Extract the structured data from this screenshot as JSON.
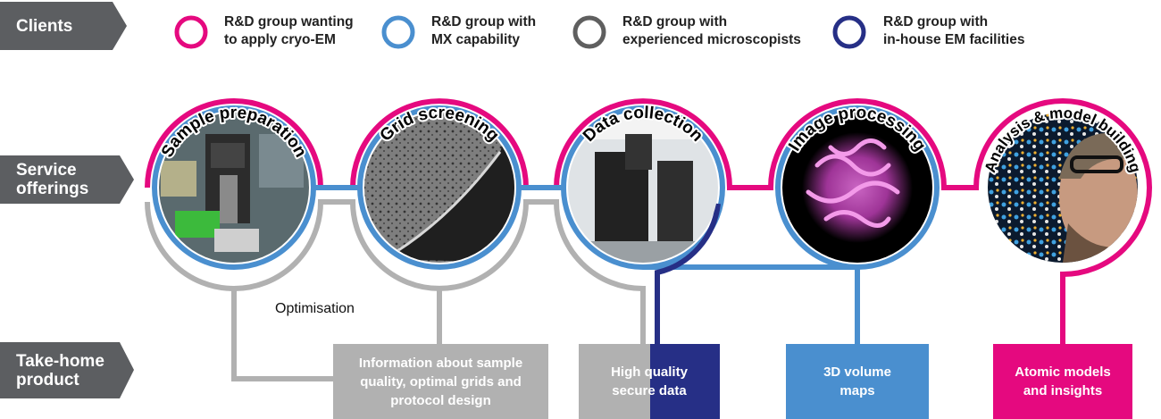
{
  "rows": {
    "clients": "Clients",
    "services": [
      "Service",
      "offerings"
    ],
    "product": [
      "Take-home",
      "product"
    ]
  },
  "legend": [
    {
      "line1": "R&D group wanting",
      "line2": "to apply cryo-EM",
      "color": "#e5097f"
    },
    {
      "line1": "R&D group with",
      "line2": "MX capability",
      "color": "#4a8fcf"
    },
    {
      "line1": "R&D group with",
      "line2": "experienced microscopists",
      "color": "#5f5f5f"
    },
    {
      "line1": "R&D group with",
      "line2": "in-house EM facilities",
      "color": "#262f86"
    }
  ],
  "stages": [
    {
      "label": "Sample preparation",
      "icon": "cryo-plunger-photo"
    },
    {
      "label": "Grid screening",
      "icon": "grid-micrograph"
    },
    {
      "label": "Data collection",
      "icon": "microscope-room-photo"
    },
    {
      "label": "Image processing",
      "icon": "3d-density-map"
    },
    {
      "label": "Analysis & model building",
      "icon": "scientist-model-photo"
    }
  ],
  "optimisation": "Optimisation",
  "products": [
    {
      "lines": [
        "Information about sample",
        "quality, optimal grids and",
        "protocol design"
      ],
      "color": "#b1b1b1"
    },
    {
      "lines": [
        "High quality",
        "secure data"
      ],
      "color": "#b1b1b1",
      "color2": "#262f86"
    },
    {
      "lines": [
        "3D volume",
        "maps"
      ],
      "color": "#4a8fcf"
    },
    {
      "lines": [
        "Atomic models",
        "and insights"
      ],
      "color": "#e5097f"
    }
  ],
  "colors": {
    "row_label_bg": "#5c5e61",
    "pink": "#e5097f",
    "blue": "#4a8fcf",
    "gray": "#b1b1b1",
    "navy": "#262f86"
  }
}
